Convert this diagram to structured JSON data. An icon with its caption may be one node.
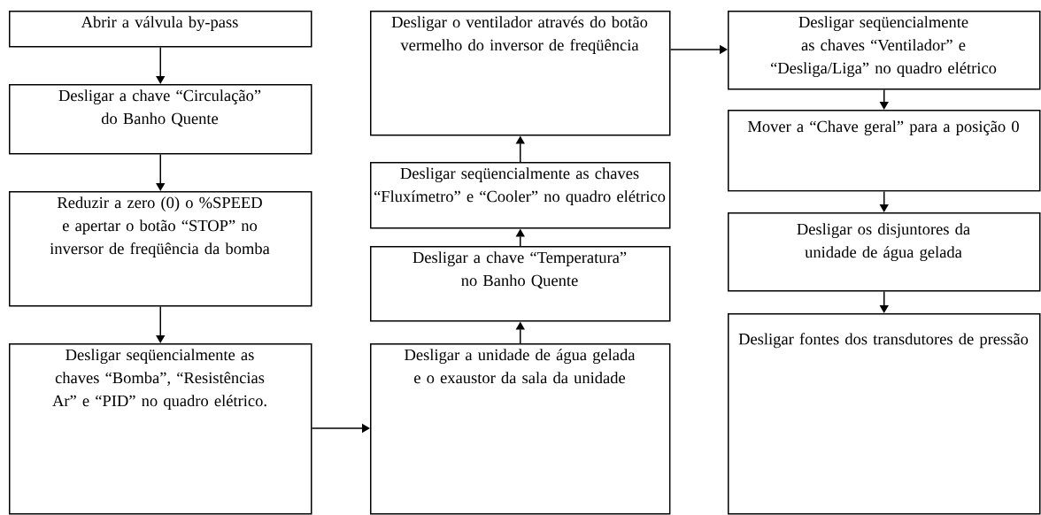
{
  "diagram": {
    "nodes": [
      {
        "text": [
          "Abrir a válvula by-pass"
        ]
      },
      {
        "text": [
          "Desligar a chave “Circulação” do Banho Quente"
        ]
      },
      {
        "text": [
          "Reduzir a zero (0) o %SPEED e apertar o botão “STOP” no inversor de freqüência da bomba"
        ]
      },
      {
        "text": [
          "Desligar seqüencialmente as chaves “Bomba”, “Resistências Ar” e “PID” no quadro elétrico."
        ]
      },
      {
        "text": [
          "Desligar a unidade de água gelada e o exaustor da sala da unidade"
        ]
      },
      {
        "text": [
          "Desligar a chave “Temperatura” no Banho Quente"
        ]
      },
      {
        "text": [
          "Desligar seqüencialmente as chaves “Fluxímetro” e “Cooler” no quadro elétrico"
        ]
      },
      {
        "text": [
          "Desligar o ventilador através do botão vermelho do inversor de freqüência"
        ]
      },
      {
        "text": [
          "Desligar seqüencialmente as chaves “Ventilador” e “Desliga/Liga” no quadro elétrico"
        ]
      },
      {
        "text": [
          "Mover a “Chave geral” para a posição 0"
        ]
      },
      {
        "text": [
          "Desligar os disjuntores da unidade de água gelada"
        ]
      },
      {
        "text": [
          "Desligar fontes dos transdutores de pressão"
        ]
      }
    ],
    "edges": [
      {
        "from": 0,
        "to": 1,
        "arrow": "to"
      },
      {
        "from": 1,
        "to": 2,
        "arrow": "to"
      },
      {
        "from": 2,
        "to": 3,
        "arrow": "to"
      },
      {
        "from": 3,
        "to": 4,
        "arrow": "to"
      },
      {
        "from": 4,
        "to": 5,
        "arrow": "to"
      },
      {
        "from": 5,
        "to": 6,
        "arrow": "to"
      },
      {
        "from": 6,
        "to": 7,
        "arrow": "to"
      },
      {
        "from": 7,
        "to": 8,
        "arrow": "to"
      },
      {
        "from": 8,
        "to": 9,
        "arrow": "to"
      },
      {
        "from": 9,
        "to": 10,
        "arrow": "to"
      },
      {
        "from": 10,
        "to": 11,
        "arrow": "to"
      }
    ]
  }
}
